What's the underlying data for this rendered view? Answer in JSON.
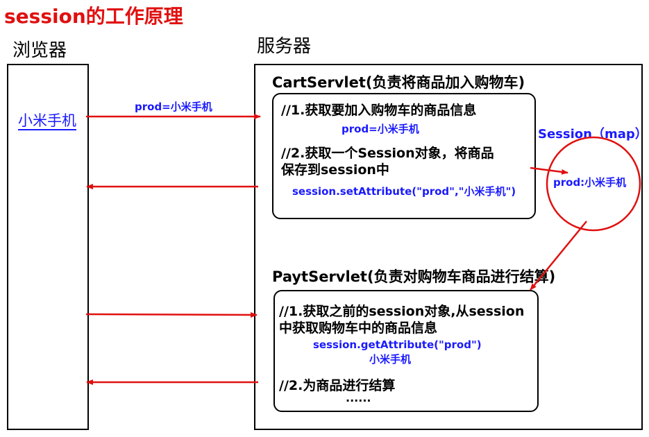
{
  "title": "session的工作原理",
  "browser": {
    "label": "浏览器",
    "link_text": "小米手机"
  },
  "server": {
    "label": "服务器"
  },
  "cart": {
    "heading": "CartServlet(负责将商品加入购物车)",
    "step1": "//1.获取要加入购物车的商品信息",
    "param": "prod=小米手机",
    "step2_line1": "//2.获取一个Session对象，将商品",
    "step2_line2": "保存到session中",
    "code": "session.setAttribute(\"prod\",\"小米手机\")"
  },
  "session_store": {
    "label": "Session（map）",
    "entry": "prod:小米手机"
  },
  "pay": {
    "heading": "PaytServlet(负责对购物车商品进行结算)",
    "step1_line1": "//1.获取之前的session对象,从session",
    "step1_line2": "中获取购物车中的商品信息",
    "code": "session.getAttribute(\"prod\")",
    "result": "小米手机",
    "step2": "//2.为商品进行结算",
    "ellipsis": "......"
  },
  "request_arrow": {
    "label": "prod=小米手机"
  },
  "colors": {
    "title": "#e01010",
    "arrow": "#e01010",
    "code": "#1a1aff",
    "circle": "#e01010"
  }
}
